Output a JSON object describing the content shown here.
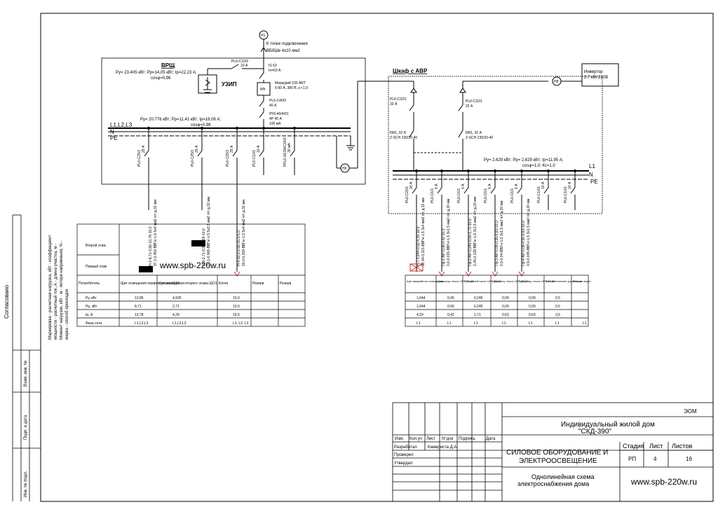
{
  "source": {
    "connection_note": "К точке подключения",
    "cable": "ВБбШв 4х10 мм2",
    "meter_tag": "Н1"
  },
  "vrsch": {
    "title": "ВРЩ",
    "summary1": "Ру= 23.405 кВт; Рр=14,05 кВт; Iр=22,23 А;",
    "summary2": "cosφ=0,96",
    "uzip_label": "УЗИП",
    "uzip_breaker1": "PL6-C10/3",
    "uzip_breaker2": "10 А",
    "main_switch1": "IS 63",
    "main_switch2": "In=63 А",
    "meter1": "Меркурий 230 ART",
    "meter2": "5-60 А, 380 В, к.т.1,0",
    "meter_symbol": "Wh",
    "mb1": "PL6-C40/3",
    "mb2": "40 А",
    "rcd1": "PF6-40/4/01",
    "rcd2": "4Р 40 А",
    "rcd3": "100 мА",
    "bus_summary1": "Ру= 20.776 кВт; Рр=11,41 кВт; Iр=18,06 А;",
    "bus_summary2": "cosφ=0,98",
    "bus_label": "L1,L2,L3",
    "n_label": "N",
    "pe_label": "PE",
    "h6_tag": "Н6"
  },
  "vrsch_feeders": [
    {
      "breaker": "PL6-C25/3",
      "rating": "25 А",
      "cable": "Н-2-8,71-0,96-13,78-10,0",
      "cable2": "97,1-0,452-ВВГнг-LS 5х4 мм2 п/т д.32 мм"
    },
    {
      "breaker": "PL6-C25/3",
      "rating": "25 А",
      "cable": "Н-3-2,71-0,96-4,29-10,0",
      "cable2": "27,1-0,066-ВВГнг-LS 5х2,5 мм2 п/т д.32 мм"
    },
    {
      "breaker": "PL6-C25/3",
      "rating": "25 А",
      "cable": "Н-4-10,0-0,96-15,5-5,0",
      "cable2": "50,0-0,269-ВВГнг-LS 5х4 мм2 п/т д.32 мм"
    },
    {
      "breaker": "PL6-C10/1",
      "rating": "10 А",
      "cable": "",
      "cable2": ""
    },
    {
      "breaker": "PFL6-16/1N/C/003",
      "rating": "30 мА",
      "cable": "",
      "cable2": ""
    }
  ],
  "vrsch_table": {
    "row_upper": "Второй этаж",
    "row_lower": "Первый этаж",
    "headers": [
      "Потребитель",
      "Щит освещения первого этажа ЩО1",
      "Щит освещения второго этажа ЩО1",
      "Котел",
      "Резерв",
      "Резерв"
    ],
    "rows": [
      [
        "Ру, кВт",
        "13,85",
        "4,926",
        "10,0",
        "",
        ""
      ],
      [
        "Рр, кВт",
        "8,71",
        "2,71",
        "10,0",
        "",
        ""
      ],
      [
        "Iр, А",
        "13,78",
        "4,29",
        "15,5",
        "",
        ""
      ],
      [
        "Фаза сети",
        "L1,L2,L3",
        "L1,L2,L3",
        "L1, L2, L3",
        "",
        ""
      ]
    ]
  },
  "legend": {
    "line1": "Маркировка - расчетная нагрузка, кВт - коэффициент",
    "line2": "мощности - расчетный ток, А - длина участка, м -",
    "line3": "Момент нагрузки, кВт · м - потеря напряжения, % -",
    "line4": "марка - способ прокладки"
  },
  "avr": {
    "title": "Шкаф с АВР",
    "in1_breaker": "PL6-C32/1",
    "in1_rating": "32 А",
    "in2_breaker": "PL6-C32/1",
    "in2_rating": "32 А",
    "km1_a": "КМ1, 32 А",
    "km1_b": "Z-SCH 230/20-40",
    "km2_a": "КМ1, 32 А",
    "km2_b": "Z-SCH 230/20-40",
    "h8_tag": "Н8",
    "bus_summary1": "Ру= 2.629 кВт; Рр= 2,629 кВт; Iр=11,95 А;",
    "bus_summary2": "cosφ=1,0;  Кс=1,0",
    "l1": "L1",
    "n": "N",
    "pe": "PE"
  },
  "inverter": {
    "line1": "Инвертор",
    "line2": "2,7 кВт,220В"
  },
  "avr_feeders": [
    {
      "breaker": "PL6-C20/1",
      "rating": "20 А",
      "cable": "Н-7-1,644-0,92-4,29-10,0",
      "cable2": "16,44-0,321-ВВГнг-LS 3х4 мм2 п/т д.32 мм"
    },
    {
      "breaker": "PL6-C6/1",
      "rating": "6 А",
      "cable": "Пр-1-АР-0,06-0,42-10,0",
      "cable2": "0,6-0,031-ВВГнг-LS 3х1,5 мм2 п/т д.20 мм"
    },
    {
      "breaker": "PL6-C6/1",
      "rating": "6 А",
      "cable": "Пр-2-АР-0,245-0,95-1,71-10,0",
      "cable2": "2,45-0,128-ВВГнг-LS 3х1,5 мм2 п/т д.20 мм"
    },
    {
      "breaker": "PL6-C6/1",
      "rating": "6 А",
      "cable": "Пр-3-АР-0,09-0,95-0,63-10,0",
      "cable2": "0,9-0,04-ВВГнг-LS 3х1,5 мм2 п/т д.20 мм"
    },
    {
      "breaker": "PL6-C6/1",
      "rating": "6 А",
      "cable": "Пр-4-АР-0,09-0,95-0,63-10,0",
      "cable2": "0,9-0,045-ВВГнг-LS 3х1,5 мм2 п/т д.20 мм"
    },
    {
      "breaker": "PL6-C10/1",
      "rating": "10 А",
      "cable": "",
      "cable2": ""
    },
    {
      "breaker": "PL6-C10/1",
      "rating": "10 А",
      "cable": "",
      "cable2": ""
    }
  ],
  "avr_table": {
    "headers": [
      "Щит аварийного освещения",
      "Циркуляц. насос UPS 25-40",
      "Погружной насос UPS 25-60",
      "Циркулец. насос UPS 25-60",
      "Циркуляц. насос UPS 25-60",
      "Автоматическое управление ворот",
      "Резерв"
    ],
    "rows": [
      [
        "1,644",
        "0,06",
        "0,245",
        "0,09",
        "0,09",
        "0,5",
        ""
      ],
      [
        "1,644",
        "0,06",
        "0,245",
        "0,09",
        "0,09",
        "0,5",
        ""
      ],
      [
        "4,29",
        "0,42",
        "1,71",
        "0,63",
        "0,63",
        "3,5",
        ""
      ],
      [
        "L1",
        "L1",
        "L1",
        "L1",
        "L1",
        "L1",
        "L1"
      ]
    ]
  },
  "watermark": "www.spb-220w.ru",
  "side_stamp": {
    "approved": "Согласовано",
    "inv_no_zam": "Взам. инв. №",
    "sign_date": "Подп. и дата",
    "inv_no_orig": "Инв. № подл."
  },
  "title_block": {
    "code": "ЭОМ",
    "project1": "Индивидуальный жилой дом",
    "project2": "\"СКД-390\"",
    "h_izm": "Изм.",
    "h_kol": "Кол.уч",
    "h_list": "Лист",
    "h_ndok": "N°док",
    "h_podp": "Подпись",
    "h_data": "Дата",
    "razrab": "Разработал",
    "razrab_name": "Камериста Д.А.",
    "proveril": "Проверил",
    "utverdil": "Утвердил",
    "section1": "СИЛОВОЕ ОБОРУДОВАНИЕ И",
    "section2": "ЭЛЕКТРООСВЕЩЕНИЕ",
    "sheet_title1": "Однолинейная схема",
    "sheet_title2": "электроснабжения  дома",
    "stage_h": "Стадия",
    "sheet_h": "Лист",
    "sheets_h": "Листов",
    "stage": "РП",
    "sheet": "4",
    "sheets": "16",
    "site": "www.spb-220w.ru"
  }
}
